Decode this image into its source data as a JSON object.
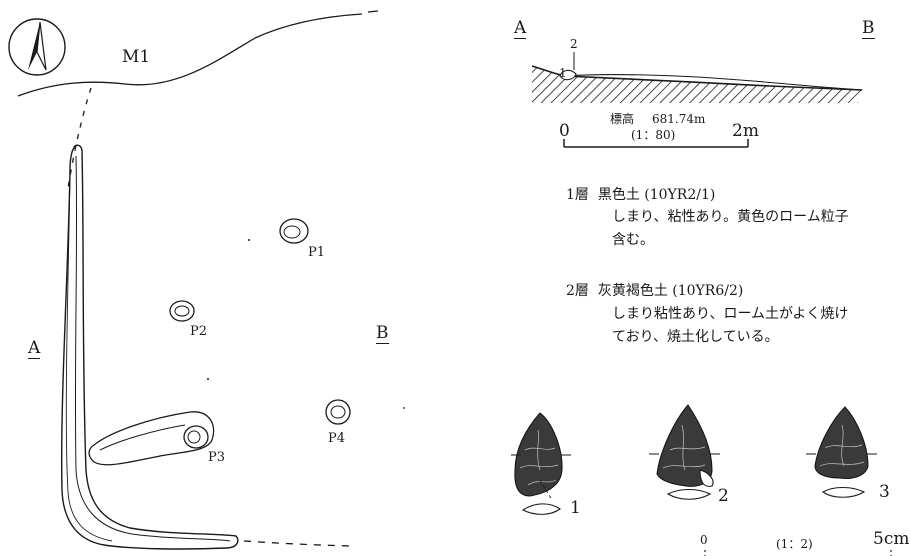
{
  "plan": {
    "label_m1": "M1",
    "label_a": "A",
    "label_b": "B",
    "pits": [
      "P1",
      "P2",
      "P3",
      "P4"
    ]
  },
  "section": {
    "label_a": "A",
    "label_b": "B",
    "layer_marks": [
      "1",
      "2"
    ],
    "elevation_label": "標高",
    "elevation_value": "681.74m",
    "scale_ratio": "(1：80)",
    "scale_start": "0",
    "scale_end": "2m"
  },
  "layers": [
    {
      "id": "1層",
      "name": "黒色土 (10YR2/1)",
      "lines": [
        "しまり、粘性あり。黄色のローム粒子",
        "含む。"
      ]
    },
    {
      "id": "2層",
      "name": "灰黄褐色土 (10YR6/2)",
      "lines": [
        "しまり粘性あり、ローム土がよく焼け",
        "ており、焼土化している。"
      ]
    }
  ],
  "artifacts": {
    "numbers": [
      "1",
      "2",
      "3"
    ],
    "scale_start": "0",
    "scale_ratio": "(1：2)",
    "scale_end": "5cm"
  }
}
